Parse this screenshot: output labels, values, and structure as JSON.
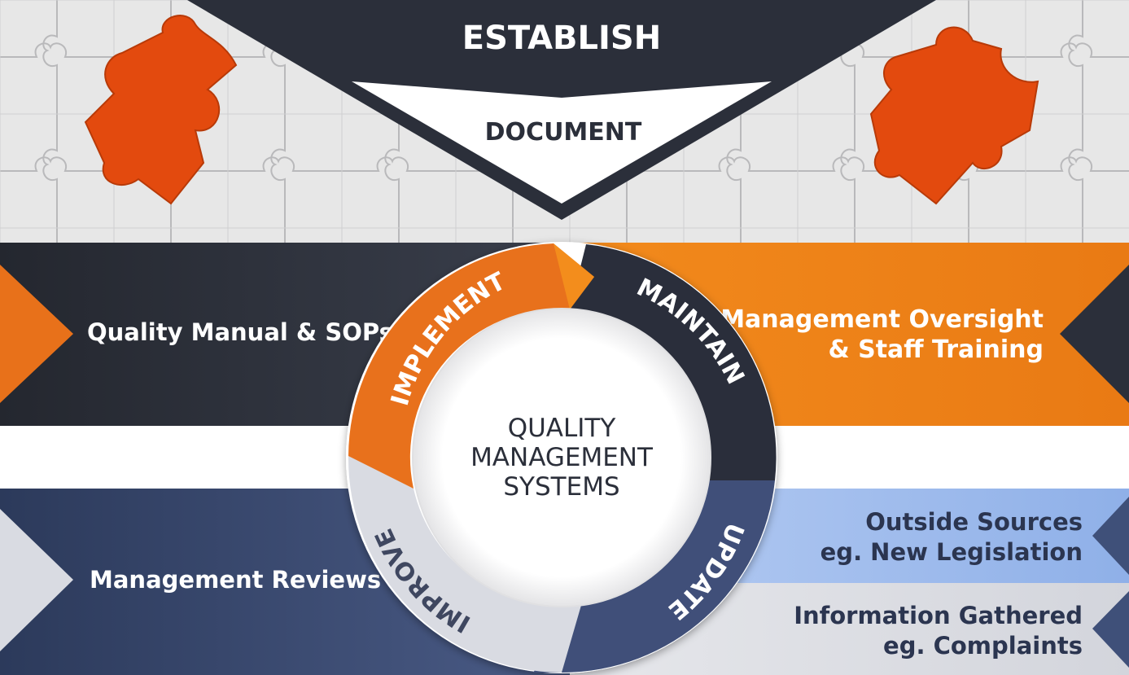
{
  "top": {
    "establish": "ESTABLISH",
    "document": "DOCUMENT"
  },
  "cycle": {
    "implement": "IMPLEMENT",
    "maintain": "MAINTAIN",
    "update": "UPDATE",
    "improve": "IMPROVE",
    "center_line1": "QUALITY",
    "center_line2": "MANAGEMENT",
    "center_line3": "SYSTEMS"
  },
  "left_bands": {
    "upper": "Quality Manual & SOPs",
    "lower": "Management Reviews"
  },
  "right_bands": {
    "oversight_line1": "Management Oversight",
    "oversight_line2": "& Staff Training",
    "outside_line1": "Outside Sources",
    "outside_line2": "eg. New Legislation",
    "info_line1": "Information Gathered",
    "info_line2": "eg. Complaints"
  },
  "colors": {
    "orange": "#e8711a",
    "dark_navy": "#2b2f3a",
    "slate_blue": "#3f5079",
    "light_blue": "#a8c2ee",
    "light_gray": "#d9dbe2",
    "puzzle_orange": "#e34a0e",
    "puzzle_bg": "#e7e7e7"
  }
}
